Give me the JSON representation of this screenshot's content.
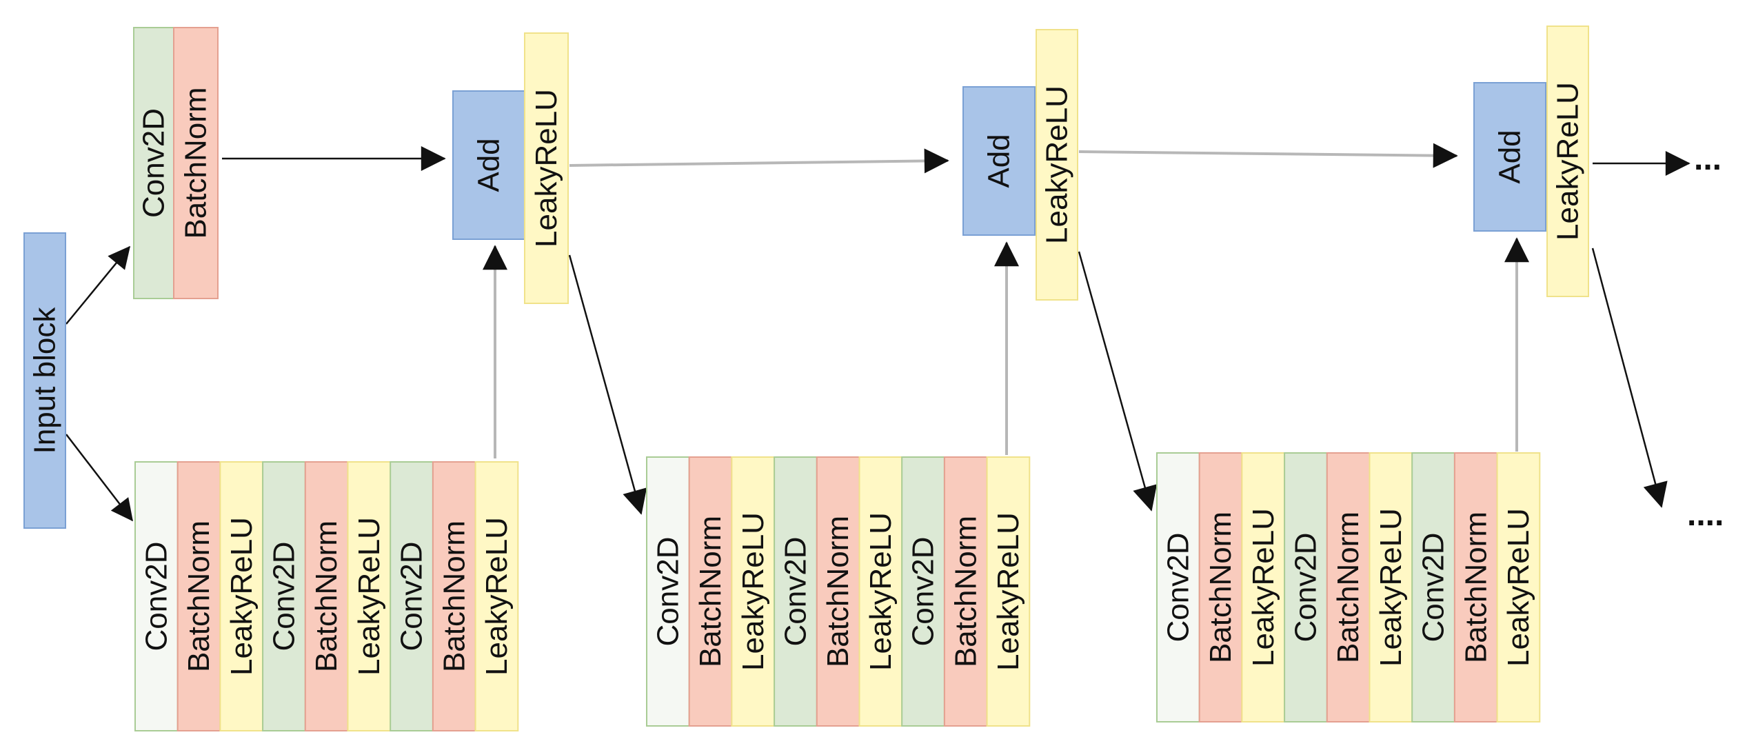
{
  "labels": {
    "input_block": "Input block",
    "conv2d": "Conv2D",
    "batchnorm": "BatchNorm",
    "leakyrelu": "LeakyReLU",
    "add": "Add",
    "ellipsis_top": "...",
    "ellipsis_bottom": "...."
  },
  "colors": {
    "conv2d": "#dce9d5",
    "conv2d_light": "#f5f8f3",
    "conv2d_border": "#a9cc95",
    "batchnorm": "#f9cbbd",
    "batchnorm_border": "#e4a090",
    "leakyrelu": "#fff8c5",
    "leakyrelu_border": "#f0e28a",
    "blue_block": "#a9c4e8",
    "blue_border": "#7aa0d4",
    "arrow_black": "#111111",
    "arrow_gray": "#b7b7b7"
  },
  "skip_branch": [
    "Conv2D",
    "BatchNorm"
  ],
  "residual_stages": [
    {
      "add": "Add",
      "activation": "LeakyReLU",
      "layers": [
        "Conv2D",
        "BatchNorm",
        "LeakyReLU",
        "Conv2D",
        "BatchNorm",
        "LeakyReLU",
        "Conv2D",
        "BatchNorm",
        "LeakyReLU"
      ]
    },
    {
      "add": "Add",
      "activation": "LeakyReLU",
      "layers": [
        "Conv2D",
        "BatchNorm",
        "LeakyReLU",
        "Conv2D",
        "BatchNorm",
        "LeakyReLU",
        "Conv2D",
        "BatchNorm",
        "LeakyReLU"
      ]
    },
    {
      "add": "Add",
      "activation": "LeakyReLU",
      "layers": [
        "Conv2D",
        "BatchNorm",
        "LeakyReLU",
        "Conv2D",
        "BatchNorm",
        "LeakyReLU",
        "Conv2D",
        "BatchNorm",
        "LeakyReLU"
      ]
    }
  ]
}
